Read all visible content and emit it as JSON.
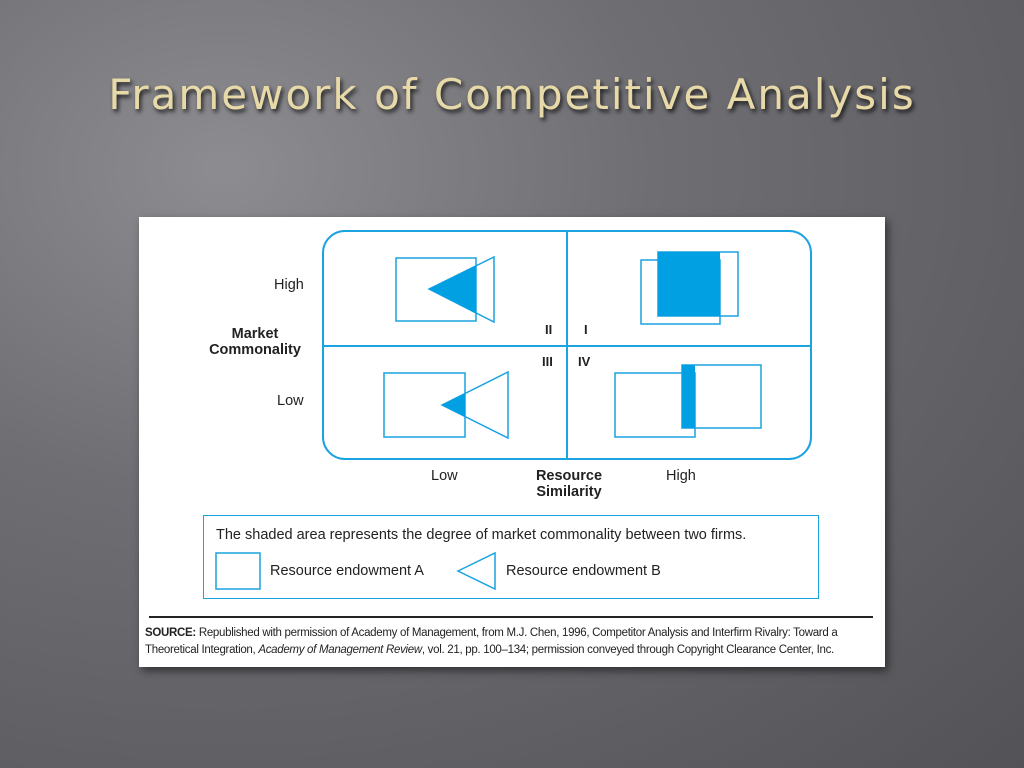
{
  "slide": {
    "title": "Framework of Competitive Analysis"
  },
  "diagram": {
    "y_axis": {
      "label_line1": "Market",
      "label_line2": "Commonality",
      "high": "High",
      "low": "Low"
    },
    "x_axis": {
      "label_line1": "Resource",
      "label_line2": "Similarity",
      "low": "Low",
      "high": "High"
    },
    "quadrants": {
      "q1": "I",
      "q2": "II",
      "q3": "III",
      "q4": "IV"
    },
    "accent_color": "#00a0e3"
  },
  "legend": {
    "text": "The shaded area represents the degree of market commonality between two firms.",
    "item_a": "Resource endowment A",
    "item_b": "Resource endowment B"
  },
  "source": {
    "label": "SOURCE:",
    "text_part1": " Republished with permission of Academy of Management, from M.J. Chen, 1996, Competitor Analysis and Interfirm Rivalry: Toward a Theoretical Integration, ",
    "journal": "Academy of Management Review",
    "text_part2": ", vol. 21, pp. 100–134; permission conveyed through Copyright Clearance Center, Inc."
  }
}
